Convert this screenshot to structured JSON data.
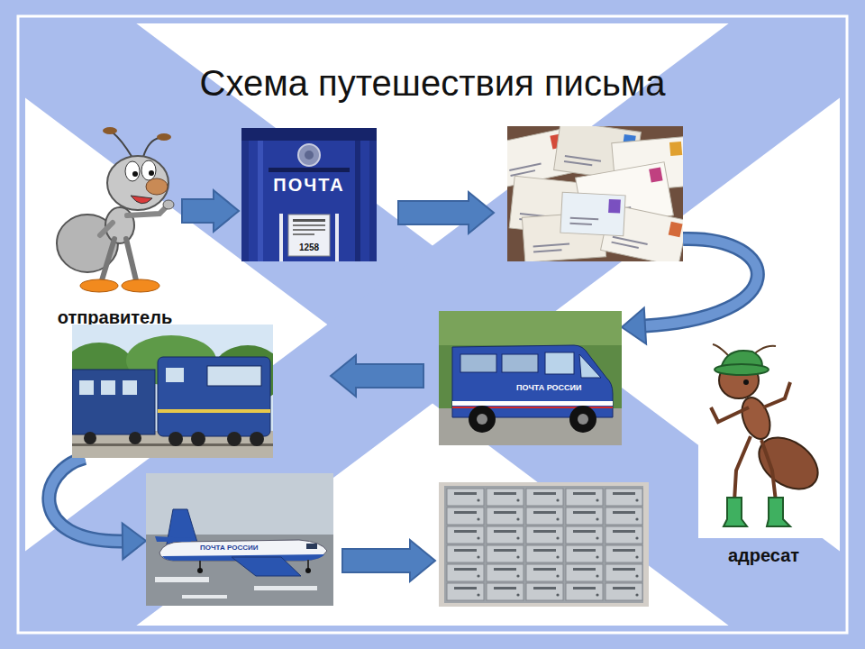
{
  "diagram": {
    "title": "Схема путешествия письма",
    "nodes": [
      {
        "text": [
          "отправитель"
        ]
      },
      {
        "text": [
          "ПОЧТА",
          "1258"
        ]
      },
      {
        "text": []
      },
      {
        "text": [
          "ПОЧТА РОССИИ"
        ]
      },
      {
        "text": []
      },
      {
        "text": [
          "ПОЧТА РОССИИ"
        ]
      },
      {
        "text": []
      },
      {
        "text": [
          "адресат"
        ]
      }
    ],
    "edges": [
      {
        "from": 0,
        "to": 1,
        "arrow": "to"
      },
      {
        "from": 1,
        "to": 2,
        "arrow": "to"
      },
      {
        "from": 2,
        "to": 3,
        "arrow": "to"
      },
      {
        "from": 3,
        "to": 4,
        "arrow": "to"
      },
      {
        "from": 4,
        "to": 5,
        "arrow": "to"
      },
      {
        "from": 5,
        "to": 6,
        "arrow": "to"
      }
    ]
  }
}
